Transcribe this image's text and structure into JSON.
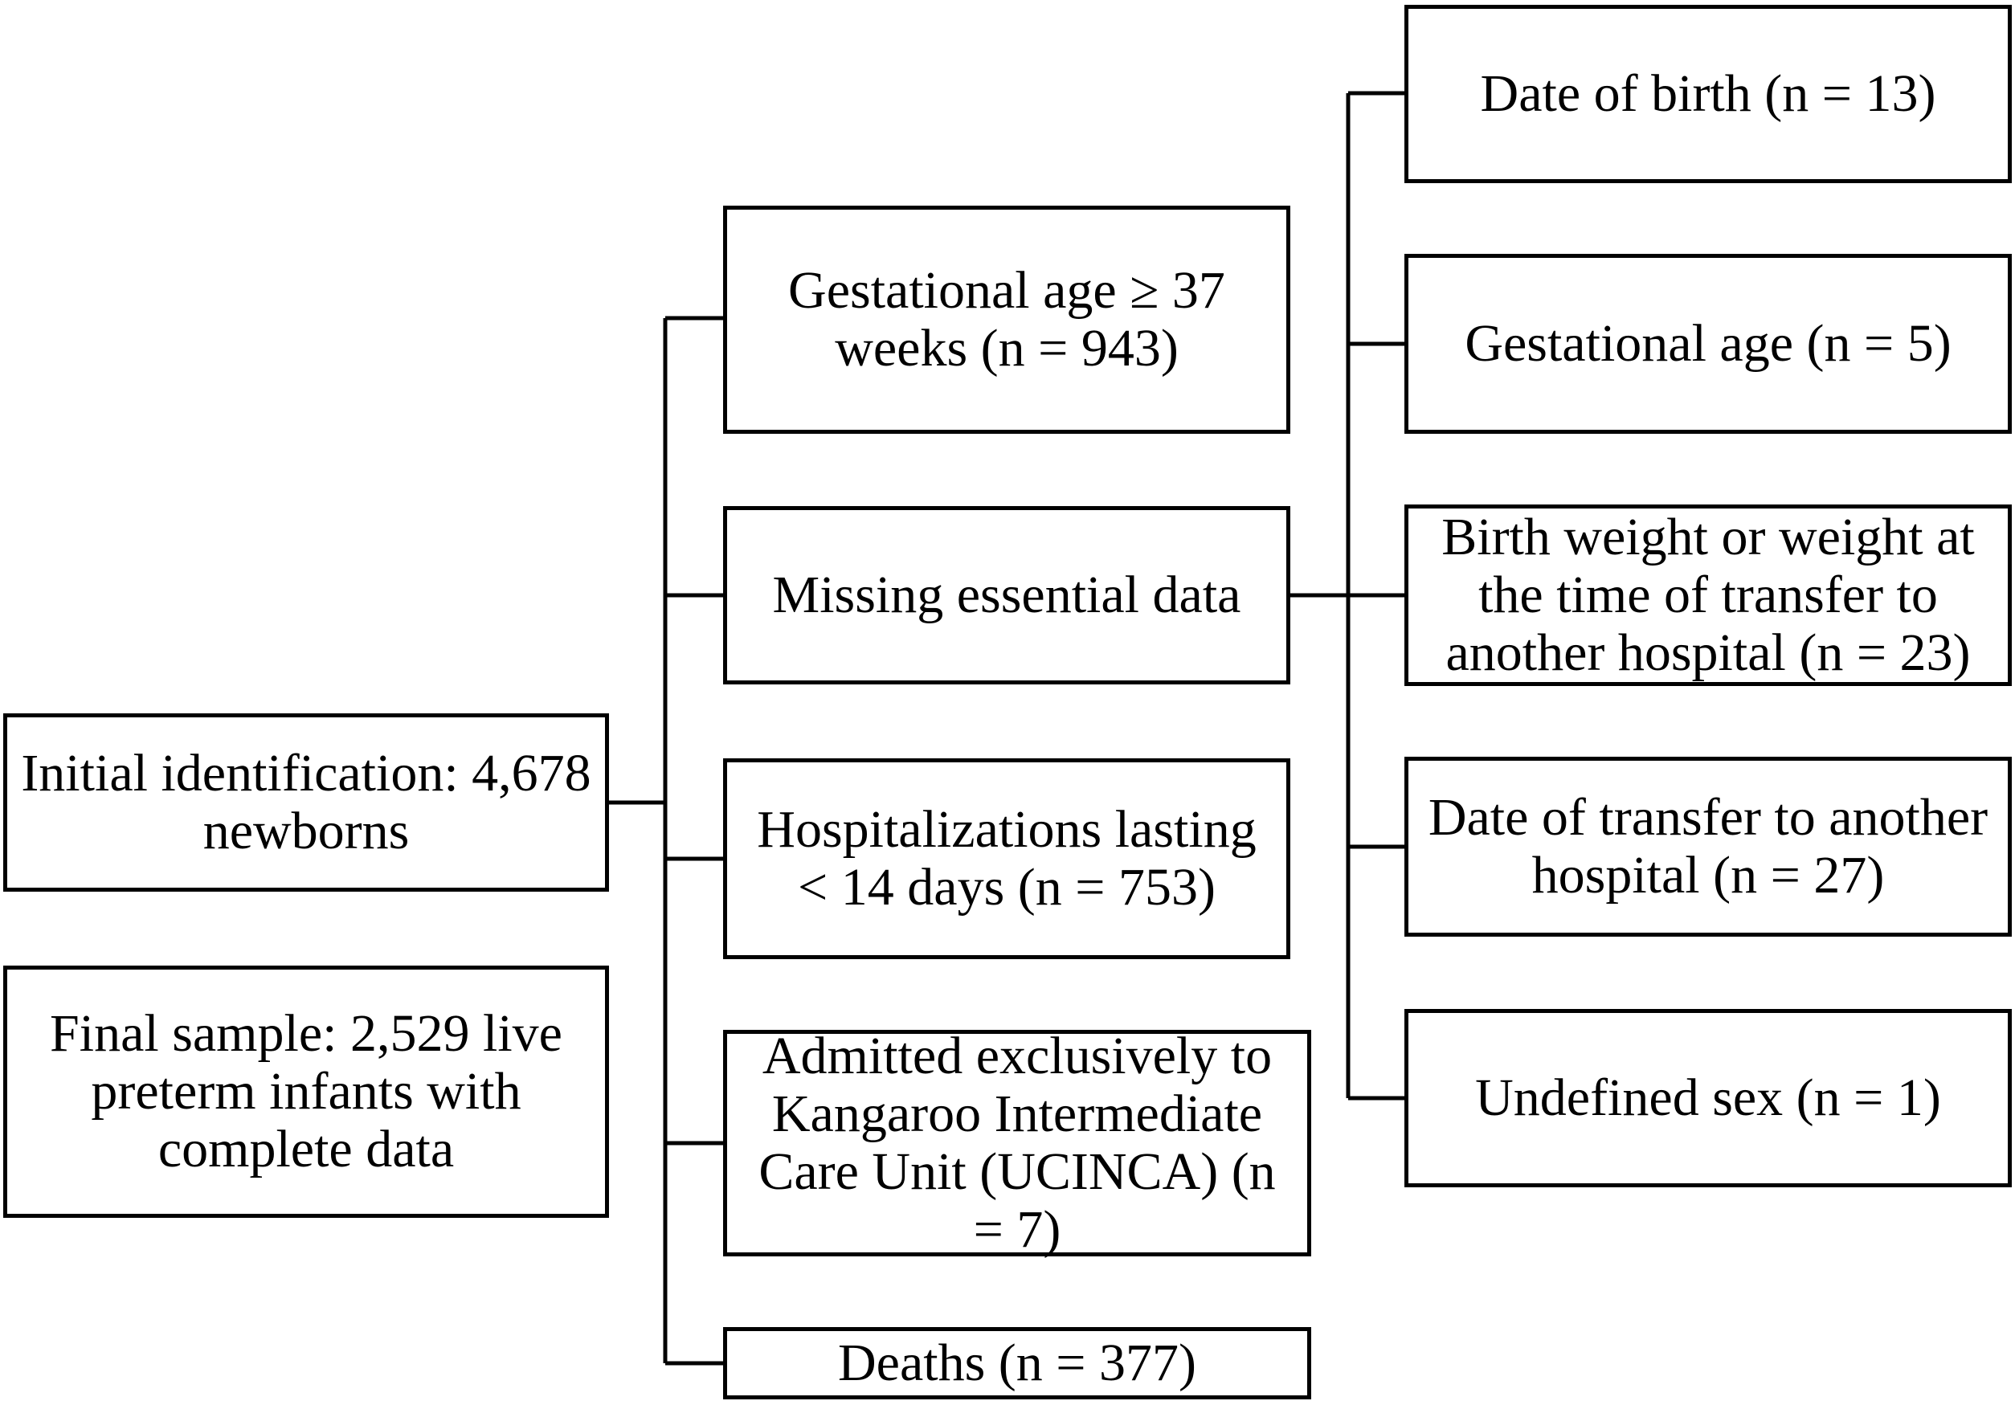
{
  "colors": {
    "line": "#000000",
    "background": "#ffffff"
  },
  "initial": {
    "text": "Initial identification: 4,678 newborns"
  },
  "final": {
    "text": "Final sample: 2,529 live preterm infants with complete data"
  },
  "exclusions": {
    "gestational_age": "Gestational age ≥ 37 weeks (n = 943)",
    "missing_data": "Missing essential data",
    "short_stay": "Hospitalizations lasting < 14 days (n = 753)",
    "ucinca": "Admitted exclusively to Kangaroo Intermediate Care Unit (UCINCA) (n = 7)",
    "deaths": "Deaths (n = 377)"
  },
  "missing_items": {
    "date_of_birth": "Date of birth (n = 13)",
    "gestational_age": "Gestational age (n = 5)",
    "birth_weight": "Birth weight or weight at the time of transfer to another hospital (n = 23)",
    "transfer_date": "Date of transfer to another hospital (n = 27)",
    "undefined_sex": "Undefined sex (n = 1)"
  }
}
